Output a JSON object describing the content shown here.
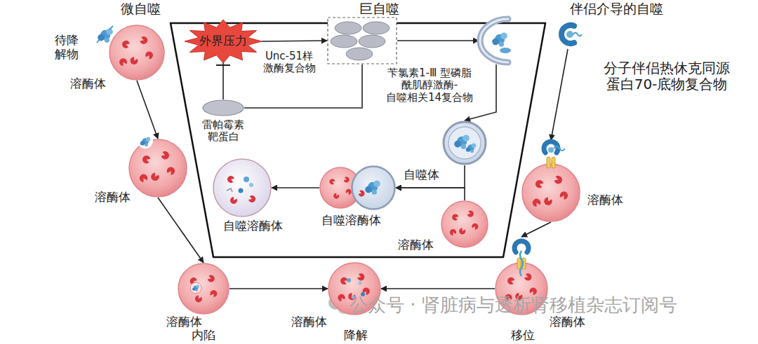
{
  "diagram": {
    "nodes": [
      {
        "text": [
          "待降 解物"
        ]
      },
      {
        "text": [
          "溶酶体"
        ]
      },
      {
        "text": [
          "巨自噬"
        ]
      },
      {
        "text": [
          "外界压力"
        ],
        "in": 2
      },
      {
        "text": [
          "Unc-51样 激酶复合物"
        ],
        "in": 2
      },
      {
        "text": [
          "雷帕霉素 靶蛋白"
        ],
        "in": 2
      },
      {
        "text": [
          "苄氯素1-Ⅲ 型磷脂 酰肌醇激酶- 自噬相关14复合物"
        ],
        "in": 2
      },
      {
        "text": [
          "自噬体"
        ],
        "in": 2
      },
      {
        "text": [
          "溶酶体"
        ],
        "in": 2
      },
      {
        "text": [
          "自噬溶酶体"
        ],
        "in": 2
      },
      {
        "text": [
          "自噬溶酶体"
        ],
        "in": 2
      },
      {
        "text": [
          "分子伴侣热休克同源 蛋白70-底物复合物"
        ]
      },
      {
        "text": [
          "溶酶体"
        ]
      },
      {
        "text": [
          "溶酶体"
        ]
      },
      {
        "text": [
          "溶酶体",
          "内陷"
        ]
      },
      {
        "text": [
          "溶酶体",
          "降解"
        ]
      },
      {
        "text": [
          "溶酶体",
          "移位"
        ]
      }
    ],
    "edges": [
      {
        "from": 1,
        "to": 13,
        "arrow": "to"
      },
      {
        "from": 13,
        "to": 14,
        "arrow": "to"
      },
      {
        "from": 14,
        "to": 15,
        "arrow": "to"
      },
      {
        "from": 16,
        "to": 15,
        "arrow": "to"
      },
      {
        "from": 11,
        "to": 12,
        "arrow": "to"
      },
      {
        "from": 12,
        "to": 16,
        "arrow": "to"
      },
      {
        "from": 3,
        "to": 4,
        "arrow": "to"
      },
      {
        "from": 3,
        "to": 5,
        "arrow": "none"
      },
      {
        "from": 5,
        "to": 4,
        "arrow": "none"
      },
      {
        "from": 4,
        "to": 6,
        "arrow": "to"
      },
      {
        "from": 6,
        "to": 7,
        "arrow": "to"
      },
      {
        "from": 7,
        "to": 9,
        "arrow": "to"
      },
      {
        "from": 8,
        "to": 9,
        "arrow": "to"
      },
      {
        "from": 9,
        "to": 10,
        "arrow": "to"
      }
    ],
    "labels": [
      "微自噬",
      "伴侣介导的自噬",
      "公众号 · 肾脏病与透析肾移植杂志订阅号"
    ]
  }
}
